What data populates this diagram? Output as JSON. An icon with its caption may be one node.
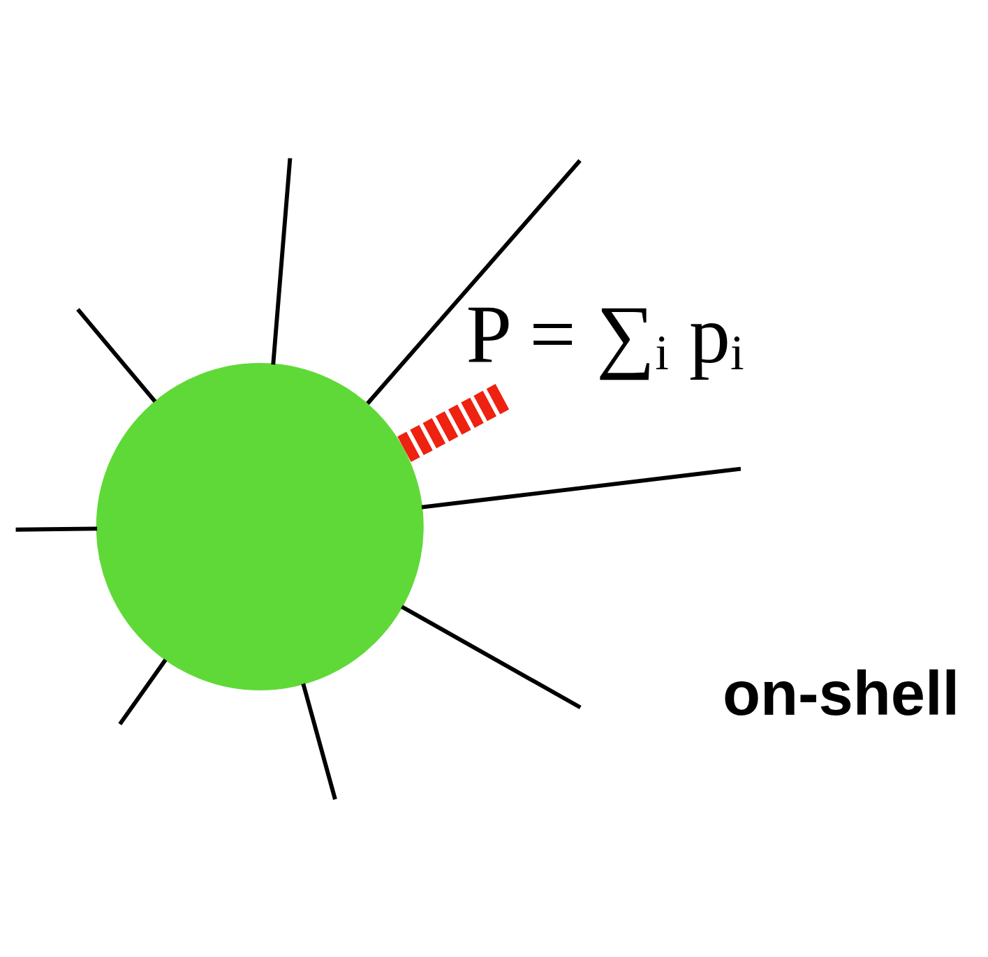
{
  "diagram": {
    "nodes": [
      {
        "text": [],
        "shape": "circle"
      },
      {
        "text": [
          "P = ∑ᵢ pᵢ"
        ]
      }
    ],
    "edges": [
      {
        "from": 0,
        "to": null,
        "arrow": "none"
      },
      {
        "from": 0,
        "to": null,
        "arrow": "none"
      },
      {
        "from": 0,
        "to": null,
        "arrow": "none"
      },
      {
        "from": 0,
        "to": null,
        "arrow": "none"
      },
      {
        "from": 0,
        "to": null,
        "arrow": "none"
      },
      {
        "from": 0,
        "to": null,
        "arrow": "none"
      },
      {
        "from": 0,
        "to": null,
        "arrow": "none"
      },
      {
        "from": 0,
        "to": null,
        "arrow": "none"
      },
      {
        "from": 0,
        "to": 1,
        "arrow": "none",
        "style": "dashed",
        "color": "#ee2211"
      }
    ],
    "labels": [
      "on-shell"
    ]
  }
}
